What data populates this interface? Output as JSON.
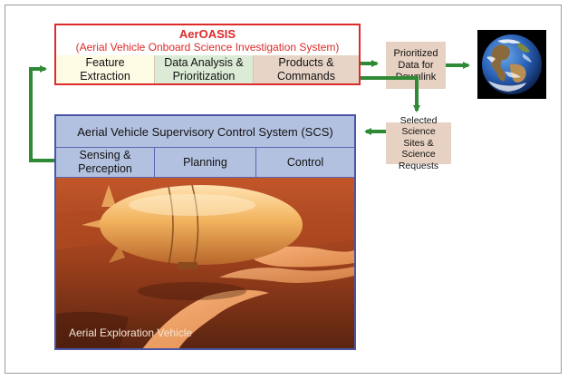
{
  "aeroasis": {
    "title": "AerOASIS",
    "subtitle": "(Aerial Vehicle Onboard Science Investigation System)",
    "modules": [
      {
        "lines": [
          "Feature",
          "Extraction"
        ]
      },
      {
        "lines": [
          "Data Analysis &",
          "Prioritization"
        ]
      },
      {
        "lines": [
          "Products &",
          "Commands"
        ]
      }
    ]
  },
  "prioritized_data": {
    "lines": [
      "Prioritized",
      "Data for",
      "Downlink"
    ]
  },
  "selected_sites": {
    "lines": [
      "Selected Science",
      "Sites & Science",
      "Requests"
    ]
  },
  "scs": {
    "title": "Aerial Vehicle Supervisory Control System (SCS)",
    "modules": [
      {
        "lines": [
          "Sensing &",
          "Perception"
        ]
      },
      {
        "lines": [
          "Planning"
        ]
      },
      {
        "lines": [
          "Control"
        ]
      }
    ]
  },
  "vehicle_caption": "Aerial Exploration Vehicle",
  "colors": {
    "aeroasis_border": "#dd2a2a",
    "scs_border": "#4b55a6",
    "arrow": "#2e8a34",
    "feature_cell": "#fdfbe4",
    "analysis_cell": "#dcebd6",
    "products_cell": "#e7d4c7",
    "side_boxes": "#e7d1c2",
    "scs_fill": "#b3c1e0"
  }
}
